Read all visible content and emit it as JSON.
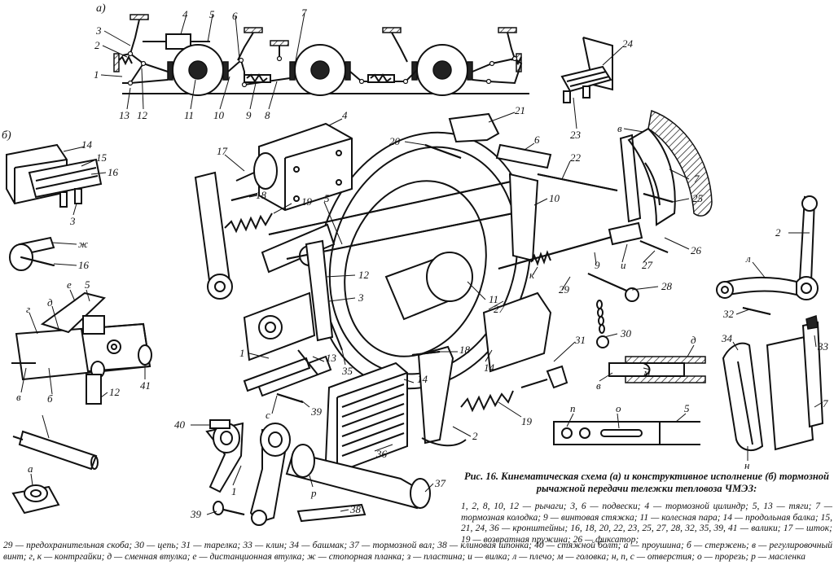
{
  "section_labels": {
    "a": "а)",
    "b": "б)"
  },
  "schema_a_labels": [
    "3",
    "4",
    "5",
    "6",
    "7",
    "2",
    "1",
    "13",
    "12",
    "11",
    "10",
    "9",
    "8"
  ],
  "main_labels": [
    "24",
    "23",
    "21",
    "4",
    "20",
    "6",
    "22",
    "в",
    "7",
    "25",
    "17",
    "10",
    "18",
    "19",
    "5",
    "2",
    "26",
    "л",
    "9",
    "и",
    "27",
    "12",
    "28",
    "к",
    "29",
    "3",
    "11",
    "27",
    "32",
    "34",
    "33",
    "30",
    "31",
    "д",
    "1",
    "13",
    "35",
    "18",
    "14",
    "в",
    "м",
    "14",
    "40",
    "с",
    "39",
    "19",
    "п",
    "о",
    "5",
    "2",
    "7",
    "36",
    "н",
    "1",
    "р",
    "37",
    "39",
    "38"
  ],
  "left_labels": [
    "14",
    "15",
    "16",
    "3",
    "ж",
    "16",
    "е",
    "5",
    "г",
    "д",
    "41",
    "в",
    "б",
    "12",
    "а"
  ],
  "caption": {
    "title": "Рис. 16. Кинематическая схема (а) и конструктивное исполнение (б) тормозной рычажной передачи тележки тепловоза ЧМЭЗ:",
    "legend_part1": "1, 2, 8, 10, 12 — рычаги; 3, 6 — подвески; 4 — тормозной цилиндр; 5, 13 — тяги; 7 — тормозная колодка; 9 — винтовая стяжка; 11 — колесная пара; 14 — продольная балка; 15, 21, 24, 36 — кронштейны; 16, 18, 20, 22, 23, 25, 27, 28, 32, 35, 39, 41 — валики; 17 — шток; 19 — возвратная пружина; 26 — фиксатор;",
    "legend_part2": "29 — предохранительная скоба; 30 — цепь; 31 — тарелка; 33 — клин; 34 — башмак; 37 — тормозной вал; 38 — клиновая шпонка; 40 — стяжной болт; а — проушина; б — стержень; в — регулировочный винт; г, к — контргайки; д — сменная втулка; е — дистанционная втулка; ж — стопорная планка; з — пластина; и — вилка; л — плечо; м — головка; н, п, с — отверстия; о — прорезь; р — масленка"
  }
}
